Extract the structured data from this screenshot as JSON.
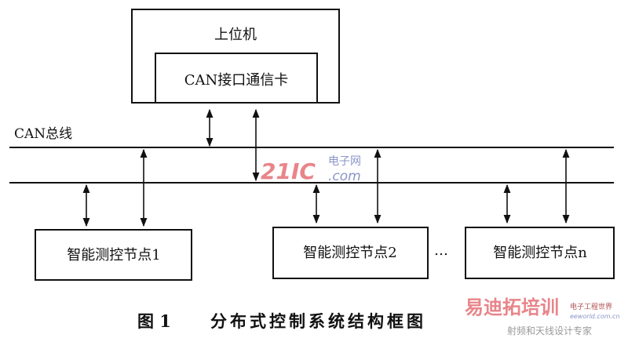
{
  "host": {
    "title": "上位机",
    "card": "CAN接口通信卡"
  },
  "bus": {
    "label": "CAN总线"
  },
  "nodes": [
    {
      "label": "智能测控节点1"
    },
    {
      "label": "智能测控节点2"
    },
    {
      "label": "智能测控节点n"
    }
  ],
  "ellipsis": "…",
  "caption": {
    "number": "图 1",
    "title": "分布式控制系统结构框图"
  },
  "watermarks": {
    "center_logo": "21IC",
    "center_cn": "电子网",
    "center_domain": ".com",
    "corner_main": "易迪拓培训",
    "corner_site_cn": "电子工程世界",
    "corner_site": "eeworld.com.cn",
    "corner_sub": "射频和天线设计专家"
  },
  "colors": {
    "line": "#111111",
    "wm_red": "#e8858a",
    "wm_blue": "#8a95c8"
  }
}
